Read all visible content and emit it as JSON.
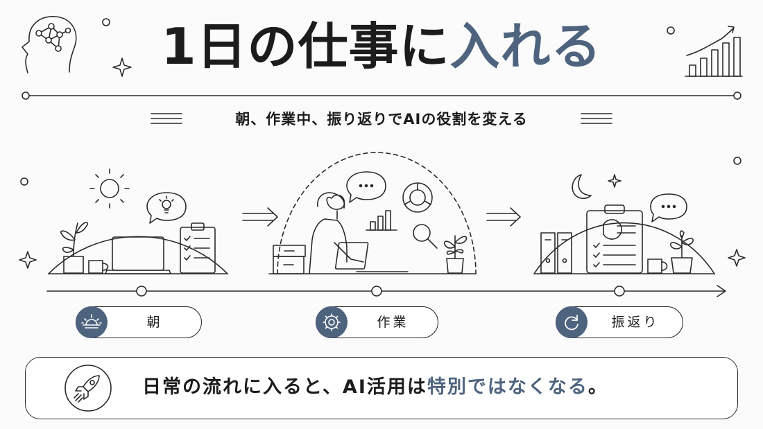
{
  "title": {
    "main": "1日の仕事に",
    "accent": "入れる"
  },
  "subtitle": "朝、作業中、振り返りでAIの役割を変える",
  "phases": [
    {
      "label": "朝",
      "icon": "sunrise-icon"
    },
    {
      "label": "作業",
      "icon": "gear-icon"
    },
    {
      "label": "振返り",
      "icon": "refresh-icon"
    }
  ],
  "footer": {
    "main": "日常の流れに入ると、AI活用は",
    "accent": "特別ではなくなる",
    "end": "。"
  },
  "colors": {
    "accent": "#4e637e",
    "ink": "#1c1c1c",
    "background": "#fbfbfb"
  }
}
